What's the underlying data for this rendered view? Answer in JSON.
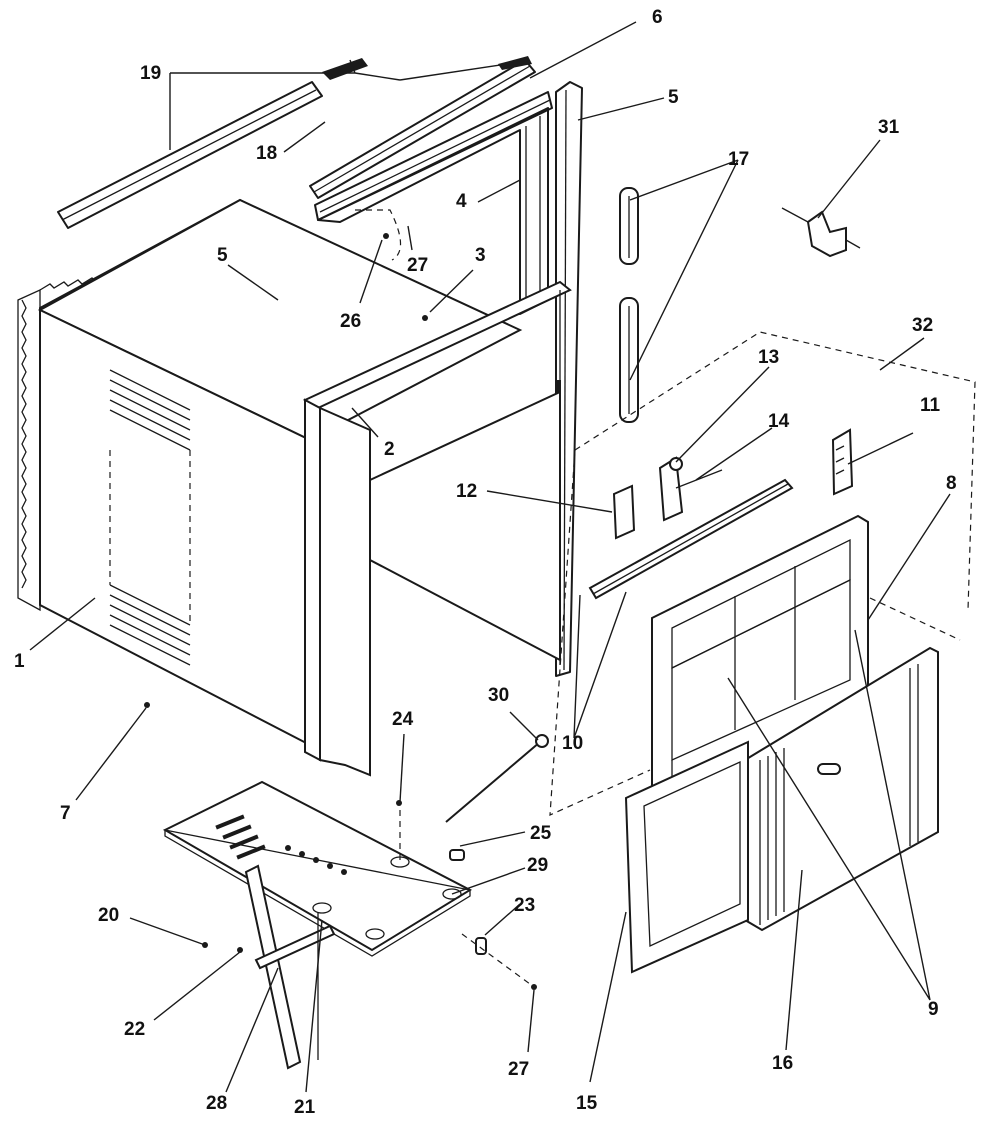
{
  "callouts": [
    {
      "id": "c1",
      "text": "1"
    },
    {
      "id": "c2",
      "text": "2"
    },
    {
      "id": "c3",
      "text": "3"
    },
    {
      "id": "c4",
      "text": "4"
    },
    {
      "id": "c5a",
      "text": "5"
    },
    {
      "id": "c5b",
      "text": "5"
    },
    {
      "id": "c6",
      "text": "6"
    },
    {
      "id": "c7",
      "text": "7"
    },
    {
      "id": "c8",
      "text": "8"
    },
    {
      "id": "c9",
      "text": "9"
    },
    {
      "id": "c10",
      "text": "10"
    },
    {
      "id": "c11",
      "text": "11"
    },
    {
      "id": "c12",
      "text": "12"
    },
    {
      "id": "c13",
      "text": "13"
    },
    {
      "id": "c14",
      "text": "14"
    },
    {
      "id": "c15",
      "text": "15"
    },
    {
      "id": "c16",
      "text": "16"
    },
    {
      "id": "c17",
      "text": "17"
    },
    {
      "id": "c18",
      "text": "18"
    },
    {
      "id": "c19",
      "text": "19"
    },
    {
      "id": "c20",
      "text": "20"
    },
    {
      "id": "c21",
      "text": "21"
    },
    {
      "id": "c22",
      "text": "22"
    },
    {
      "id": "c23",
      "text": "23"
    },
    {
      "id": "c24",
      "text": "24"
    },
    {
      "id": "c25",
      "text": "25"
    },
    {
      "id": "c26",
      "text": "26"
    },
    {
      "id": "c27a",
      "text": "27"
    },
    {
      "id": "c27b",
      "text": "27"
    },
    {
      "id": "c28",
      "text": "28"
    },
    {
      "id": "c29",
      "text": "29"
    },
    {
      "id": "c30",
      "text": "30"
    },
    {
      "id": "c31",
      "text": "31"
    },
    {
      "id": "c32",
      "text": "32"
    }
  ]
}
